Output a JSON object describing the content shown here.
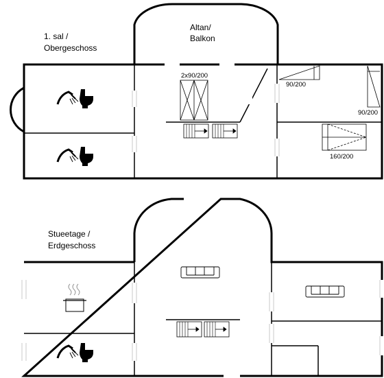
{
  "upper_floor": {
    "title_line1": "1. sal /",
    "title_line2": "Obergeschoss",
    "balcony_line1": "Altan/",
    "balcony_line2": "Balkon",
    "beds": [
      "2x90/200",
      "90/200",
      "90/200",
      "160/200"
    ],
    "rooms": [
      {
        "name": "bathroom-1",
        "icons": [
          "shower-icon",
          "toilet-icon"
        ]
      },
      {
        "name": "bathroom-2",
        "icons": [
          "shower-icon",
          "toilet-icon"
        ]
      },
      {
        "name": "landing",
        "icons": [
          "stairs-icon"
        ]
      },
      {
        "name": "bedroom-1",
        "icons": [
          "bed-icon"
        ]
      },
      {
        "name": "bedroom-2",
        "icons": [
          "bed-icon"
        ]
      }
    ]
  },
  "ground_floor": {
    "title_line1": "Stueetage /",
    "title_line2": "Erdgeschoss",
    "rooms": [
      {
        "name": "kitchen",
        "icons": [
          "cooking-pot-icon"
        ]
      },
      {
        "name": "bathroom",
        "icons": [
          "shower-icon",
          "toilet-icon"
        ]
      },
      {
        "name": "living-room",
        "icons": [
          "sofa-icon",
          "stairs-icon"
        ]
      },
      {
        "name": "living-room-2",
        "icons": [
          "sofa-icon"
        ]
      }
    ]
  },
  "colors": {
    "wall": "#000000",
    "background": "#ffffff",
    "door_gap": "#ffffff",
    "door_mark": "#c8c8c8"
  }
}
